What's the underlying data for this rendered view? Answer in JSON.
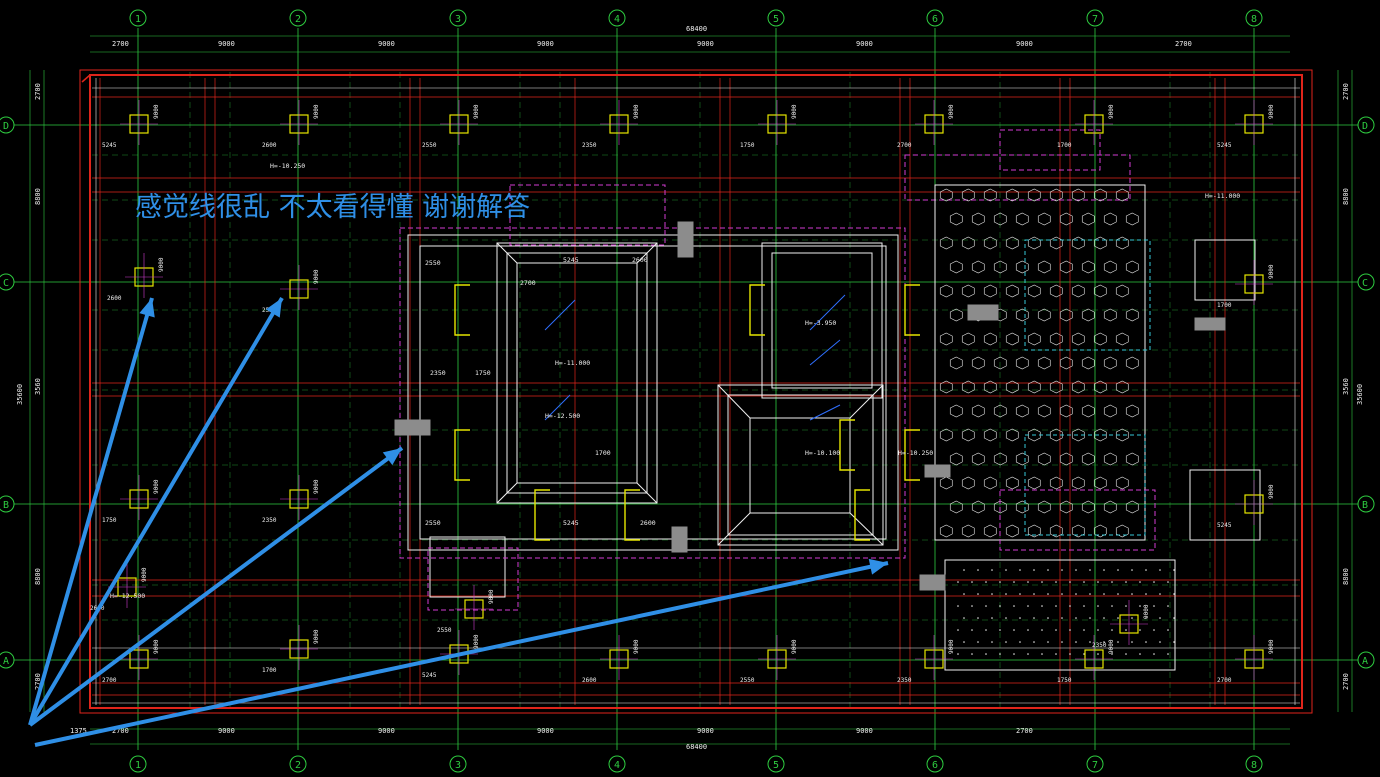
{
  "annotation": {
    "text": "感觉线很乱 不太看得懂 谢谢解答",
    "color": "#2f8fe6"
  },
  "drawing": {
    "background": "#000000",
    "colors": {
      "axis_green": "#2ecc40",
      "red": "#e0251b",
      "white": "#f0f0f0",
      "yellow": "#e6e600",
      "magenta": "#d23cd2",
      "cyan": "#36c8d8",
      "blue": "#2f6fff",
      "grey": "#8c8c8c"
    },
    "column_axes": [
      "1",
      "2",
      "3",
      "4",
      "5",
      "6",
      "7",
      "8"
    ],
    "row_axes": [
      "D",
      "C",
      "B",
      "A"
    ],
    "top_bay_dims": [
      "2700",
      "9000",
      "9000",
      "9000",
      "9000",
      "9000",
      "9000",
      "2700"
    ],
    "bottom_bay_dims": [
      "1375",
      "2700",
      "9000",
      "9000",
      "9000",
      "9000",
      "9000",
      "2700"
    ],
    "overall_dim": "68400",
    "left_bay_dims": [
      "2700",
      "8800",
      "3560",
      "8800",
      "2700"
    ],
    "right_bay_dims": [
      "2700",
      "8800",
      "3560",
      "8800",
      "2700"
    ],
    "side_total": "35600",
    "level_labels": [
      "H=-10.250",
      "H=-11.000",
      "H=-12.500",
      "H=-3.950",
      "H=-10.100"
    ],
    "pit_dims": [
      "5245",
      "2600",
      "2550",
      "2350",
      "1750",
      "2700",
      "1700"
    ]
  }
}
